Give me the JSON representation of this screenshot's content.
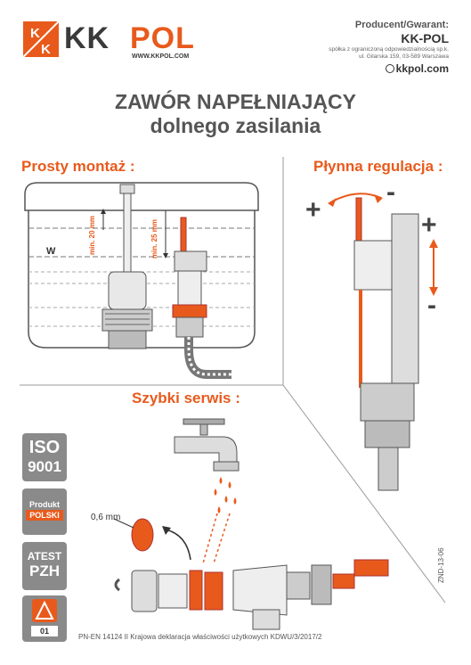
{
  "brand": {
    "logo_top": "K",
    "logo_bottom": "K",
    "name_left": "KK",
    "name_right": "POL",
    "website": "WWW.KKPOL.COM"
  },
  "producer": {
    "label": "Producent/Gwarant:",
    "name": "KK-POL",
    "company_line": "spółka z ograniczoną odpowiedzialnością sp.k.",
    "address_line": "ul. Gilarska 159, 03-589 Warszawa",
    "website": "kkpol.com"
  },
  "title": {
    "line1": "ZAWÓR NAPEŁNIAJĄCY",
    "line2": "dolnego zasilania"
  },
  "sections": {
    "easy_install": "Prosty montaż :",
    "smooth_adjust": "Płynna regulacja :",
    "quick_service": "Szybki serwis :"
  },
  "diagram_labels": {
    "water_level": "W",
    "min_20": "min. 20 mm",
    "min_25": "min. 25 mm",
    "gasket_thickness": "0,6 mm",
    "plus": "+",
    "minus": "-"
  },
  "badges": {
    "iso_top": "ISO",
    "iso_bottom": "9001",
    "made_line1": "Produkt",
    "made_line2": "POLSKI",
    "atest_top": "ATEST",
    "atest_bottom": "PZH",
    "class_number": "01"
  },
  "footer": {
    "norm": "PN-EN 14124 II Krajowa deklaracja właściwości użytkowych KDWU/3/2017/2"
  },
  "doc_code": "ZND-13-06",
  "colors": {
    "accent": "#e85a1c",
    "dark": "#3a3a3a",
    "badge": "#8a8a8a"
  }
}
